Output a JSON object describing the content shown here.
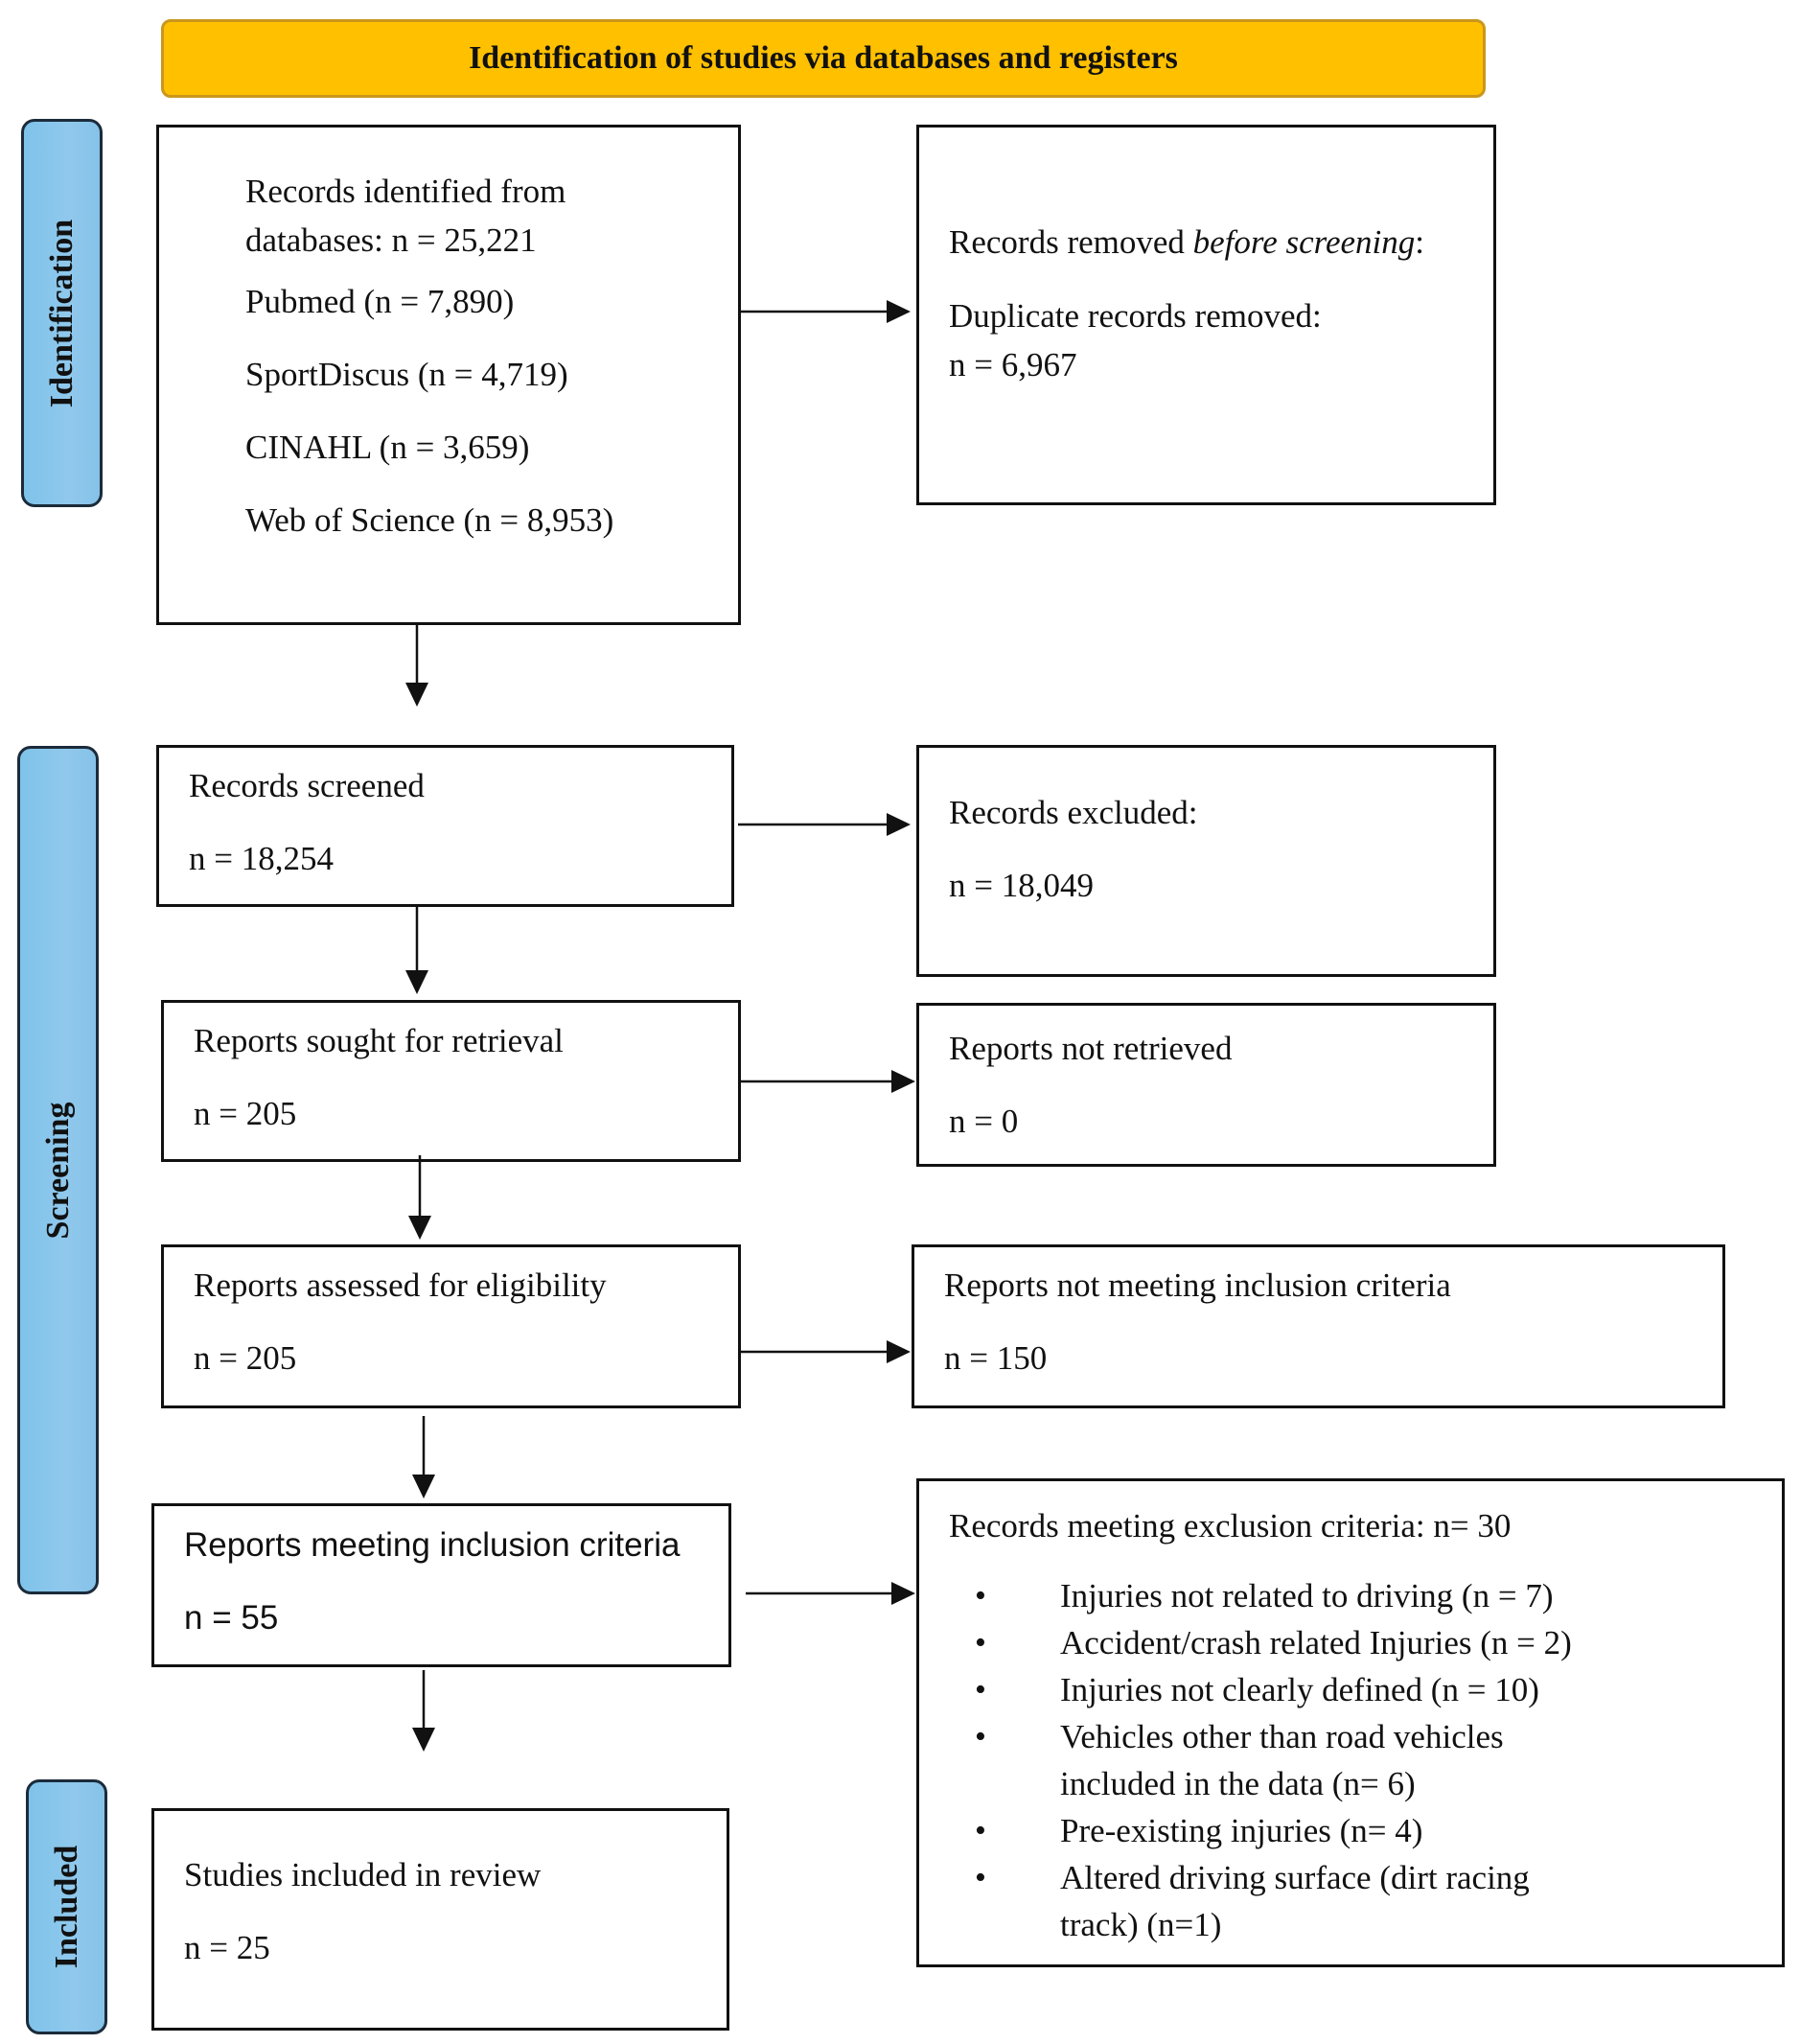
{
  "header": {
    "title": "Identification of studies via databases and registers"
  },
  "phases": {
    "identification": "Identification",
    "screening": "Screening",
    "included": "Included"
  },
  "identified": {
    "line1": "Records identified from",
    "line2": "databases: n = 25,221",
    "sources": [
      "Pubmed (n = 7,890)",
      "SportDiscus (n = 4,719)",
      "CINAHL (n = 3,659)",
      "Web of Science (n = 8,953)"
    ]
  },
  "removed": {
    "title_prefix": "Records removed ",
    "title_emph": "before screening",
    "title_suffix": ":",
    "line1": "Duplicate records removed:",
    "line2": "n = 6,967"
  },
  "screened": {
    "label": "Records screened",
    "count": "n = 18,254"
  },
  "excluded": {
    "label": "Records excluded:",
    "count": "n = 18,049"
  },
  "sought": {
    "label": "Reports sought for retrieval",
    "count": "n = 205"
  },
  "not_retrieved": {
    "label": "Reports not retrieved",
    "count": "n = 0"
  },
  "assessed": {
    "label": "Reports assessed for eligibility",
    "count": "n = 205"
  },
  "not_meeting": {
    "label": "Reports not meeting inclusion criteria",
    "count": "n = 150"
  },
  "meeting": {
    "label": "Reports meeting inclusion criteria",
    "count": "n = 55"
  },
  "exclusion": {
    "title": "Records meeting exclusion criteria: n= 30",
    "items": [
      "Injuries not related to driving (n = 7)",
      "Accident/crash related Injuries (n = 2)",
      "Injuries not clearly defined (n = 10)",
      "Vehicles other than road vehicles included in the data (n= 6)",
      "Pre-existing injuries (n= 4)",
      "Altered driving surface (dirt racing track) (n=1)"
    ]
  },
  "included": {
    "label": "Studies included in review",
    "count": "n = 25"
  }
}
